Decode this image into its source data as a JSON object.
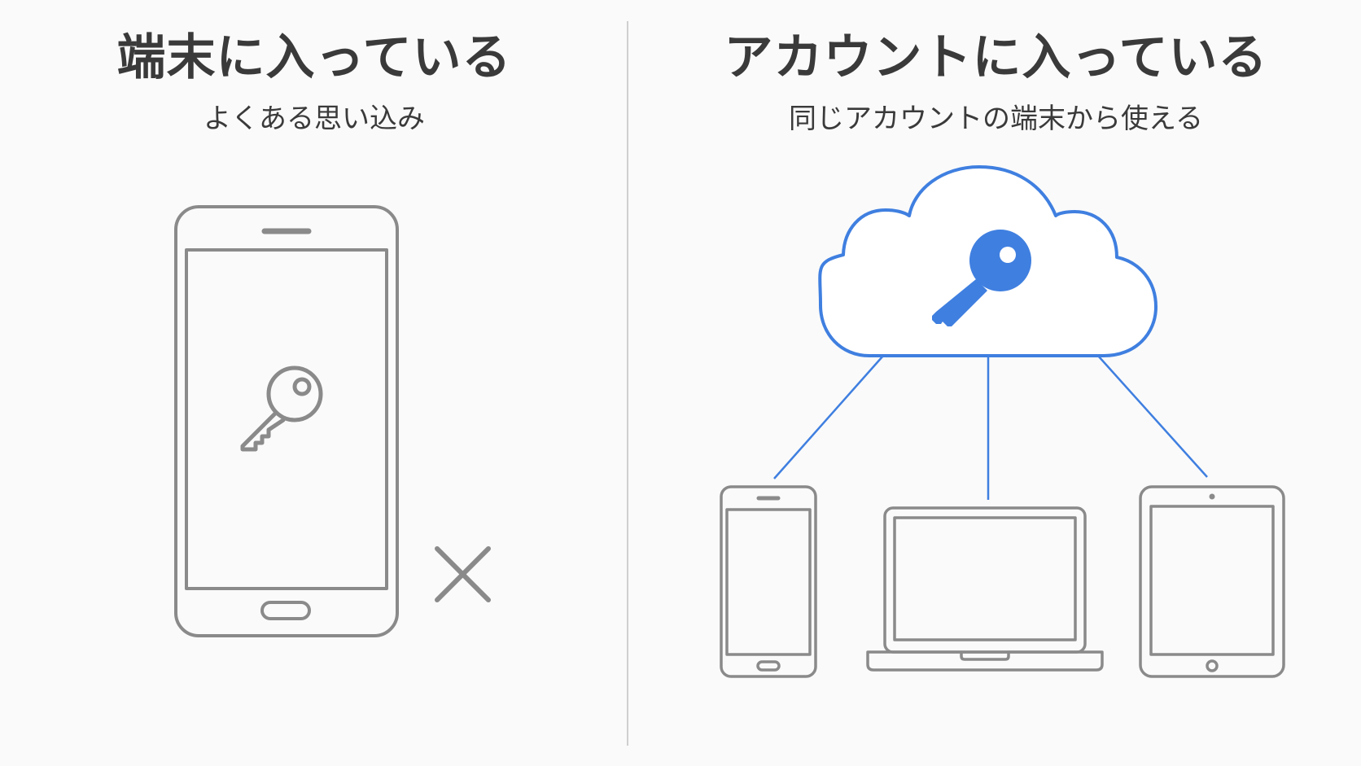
{
  "left": {
    "title": "端末に入っている",
    "subtitle": "よくある思い込み"
  },
  "right": {
    "title": "アカウントに入っている",
    "subtitle": "同じアカウントの端末から使える"
  },
  "colors": {
    "background": "#fafafa",
    "outline_gray": "#8a8a8a",
    "accent_blue": "#3f7fe0",
    "title_text": "#3a3a3a",
    "divider": "#cfcfcf"
  },
  "icons": {
    "left_device": "smartphone-icon",
    "left_key": "key-outline-icon",
    "cross": "cross-mark-icon",
    "cloud": "cloud-icon",
    "cloud_key": "key-filled-icon",
    "devices": [
      "smartphone-icon",
      "laptop-icon",
      "tablet-icon"
    ]
  }
}
